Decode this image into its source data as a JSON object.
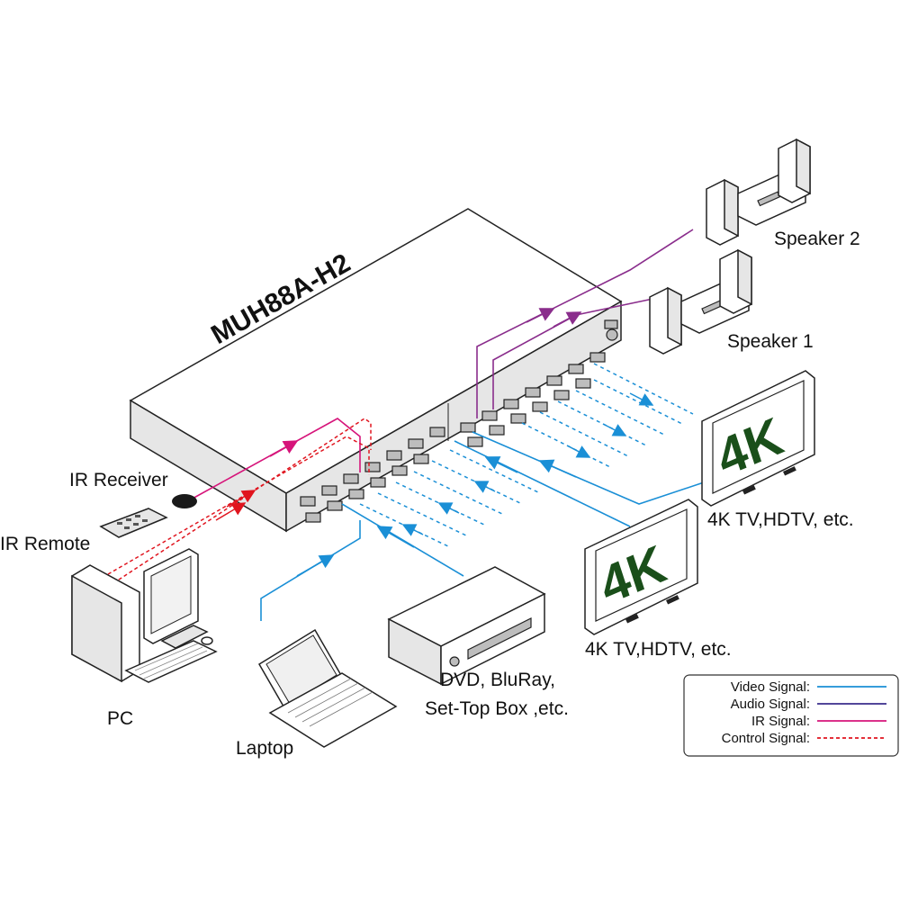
{
  "device": {
    "model": "MUH88A-H2"
  },
  "labels": {
    "speaker2": "Speaker 2",
    "speaker1": "Speaker 1",
    "ir_receiver": "IR Receiver",
    "ir_remote": "IR Remote",
    "tv_top": "4K TV,HDTV, etc.",
    "tv_bottom": "4K TV,HDTV, etc.",
    "pc": "PC",
    "laptop": "Laptop",
    "dvd_line1": "DVD, BluRay,",
    "dvd_line2": "Set-Top Box ,etc.",
    "screen_text": "4K"
  },
  "legend": {
    "items": [
      {
        "label": "Video Signal:",
        "color": "#1a8fd6",
        "style": "solid"
      },
      {
        "label": "Audio Signal:",
        "color": "#3a2d8c",
        "style": "solid"
      },
      {
        "label": "IR  Signal:",
        "color": "#d6147a",
        "style": "solid"
      },
      {
        "label": "Control  Signal:",
        "color": "#e0141e",
        "style": "dashed"
      }
    ]
  },
  "colors": {
    "video": "#1a8fd6",
    "audio": "#8a2d8c",
    "ir": "#d6147a",
    "control": "#e0141e"
  }
}
